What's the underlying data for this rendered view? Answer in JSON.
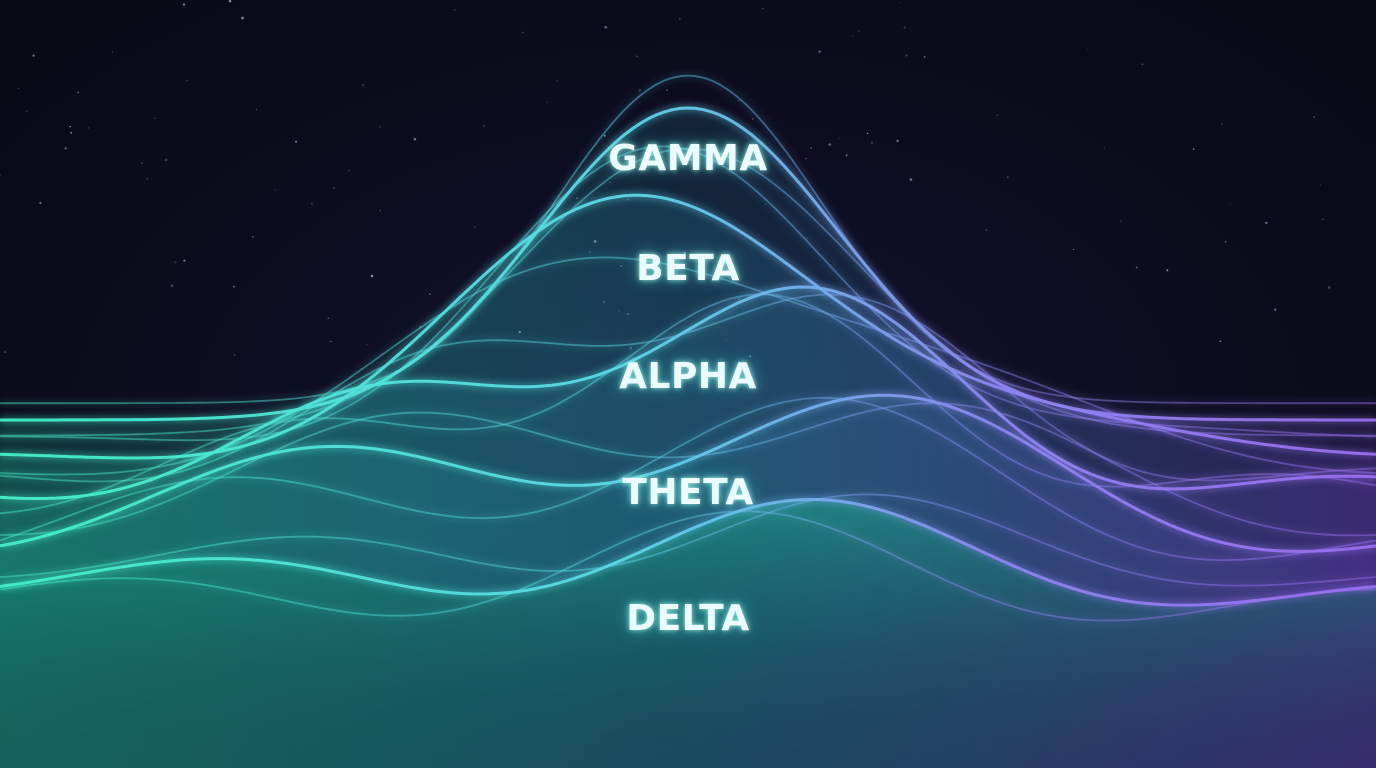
{
  "colors": {
    "background": "#0b0b1a",
    "teal": "#43f0c8",
    "cyan": "#5ad8e6",
    "violet": "#9a6df0",
    "label": "#ecfbff"
  },
  "bands": [
    {
      "key": "gamma",
      "label": "GAMMA"
    },
    {
      "key": "beta",
      "label": "BETA"
    },
    {
      "key": "alpha",
      "label": "ALPHA"
    },
    {
      "key": "theta",
      "label": "THETA"
    },
    {
      "key": "delta",
      "label": "DELTA"
    }
  ]
}
